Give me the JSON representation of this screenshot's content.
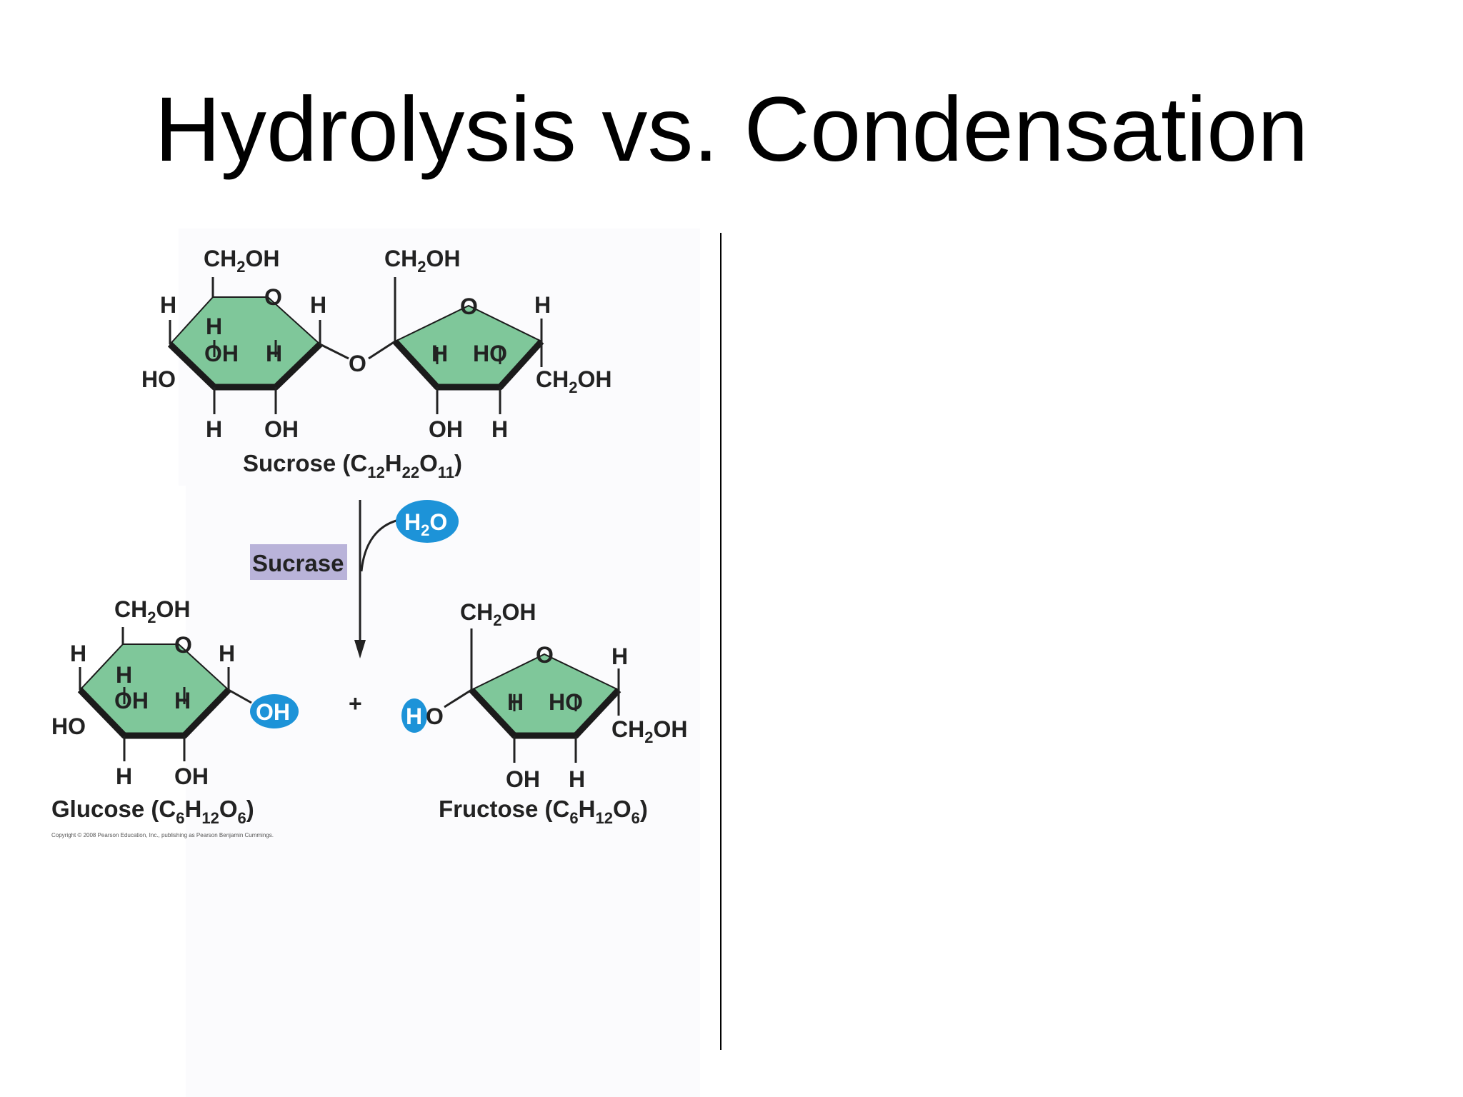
{
  "title": "Hydrolysis vs. Condensation",
  "colors": {
    "ring_fill": "#7fc79a",
    "ring_edge": "#1b1b1b",
    "highlight_blue": "#1d93d8",
    "enzyme_box": "#b9b3d9",
    "panel_bg": "#fbfbfd"
  },
  "diagram": {
    "sucrose": {
      "name": "Sucrose",
      "formula_c": "C",
      "c_sub": "12",
      "formula_h": "H",
      "h_sub": "22",
      "formula_o": "O",
      "o_sub": "11"
    },
    "water": {
      "h": "H",
      "sub": "2",
      "o": "O"
    },
    "enzyme": "Sucrase",
    "plus": "+",
    "glucose": {
      "name": "Glucose",
      "formula_c": "C",
      "c_sub": "6",
      "formula_h": "H",
      "h_sub": "12",
      "formula_o": "O",
      "o_sub": "6"
    },
    "fructose": {
      "name": "Fructose",
      "formula_c": "C",
      "c_sub": "6",
      "formula_h": "H",
      "h_sub": "12",
      "formula_o": "O",
      "o_sub": "6"
    },
    "atoms": {
      "ch2oh_c": "CH",
      "ch2oh_sub": "2",
      "ch2oh_oh": "OH",
      "h": "H",
      "o": "O",
      "oh": "OH",
      "ho": "HO",
      "released_oh": "OH",
      "released_h": "H",
      "released_o": "O"
    },
    "copyright": "Copyright © 2008 Pearson Education, Inc., publishing as Pearson Benjamin Cummings."
  }
}
